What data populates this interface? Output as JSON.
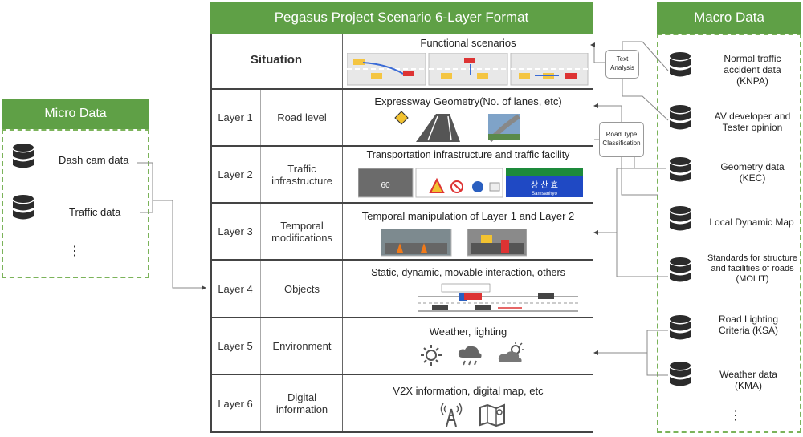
{
  "main": {
    "title": "Pegasus Project Scenario 6-Layer Format"
  },
  "micro": {
    "title": "Micro Data",
    "items": [
      "Dash cam data",
      "Traffic data"
    ],
    "ellipsis": "⋮"
  },
  "macro": {
    "title": "Macro Data",
    "items": [
      "Normal traffic accident data (KNPA)",
      "AV developer and Tester opinion",
      "Geometry data (KEC)",
      "Local Dynamic Map",
      "Standards for structure and facilities of roads (MOLIT)",
      "Road Lighting Criteria (KSA)",
      "Weather data (KMA)"
    ],
    "ellipsis": "⋮"
  },
  "analysis": {
    "text": "Text Analysis",
    "road": "Road Type Classification"
  },
  "situation": {
    "label": "Situation",
    "title": "Functional scenarios"
  },
  "layers": [
    {
      "num": "Layer 1",
      "cat": "Road level",
      "title": "Expressway Geometry(No. of lanes, etc)"
    },
    {
      "num": "Layer 2",
      "cat": "Traffic infrastructure",
      "title": "Transportation infrastructure and traffic facility"
    },
    {
      "num": "Layer 3",
      "cat": "Temporal modifications",
      "title": "Temporal manipulation of Layer 1 and Layer 2"
    },
    {
      "num": "Layer 4",
      "cat": "Objects",
      "title": "Static, dynamic, movable interaction, others"
    },
    {
      "num": "Layer 5",
      "cat": "Environment",
      "title": "Weather, lighting"
    },
    {
      "num": "Layer 6",
      "cat": "Digital information",
      "title": "V2X information, digital map, etc"
    }
  ],
  "sign": {
    "text": "상 산 효",
    "sub": "Samsanhyo"
  },
  "icons": [
    "database-icon",
    "sun-icon",
    "rain-cloud-icon",
    "partly-cloudy-icon",
    "antenna-tower-icon",
    "map-icon"
  ]
}
